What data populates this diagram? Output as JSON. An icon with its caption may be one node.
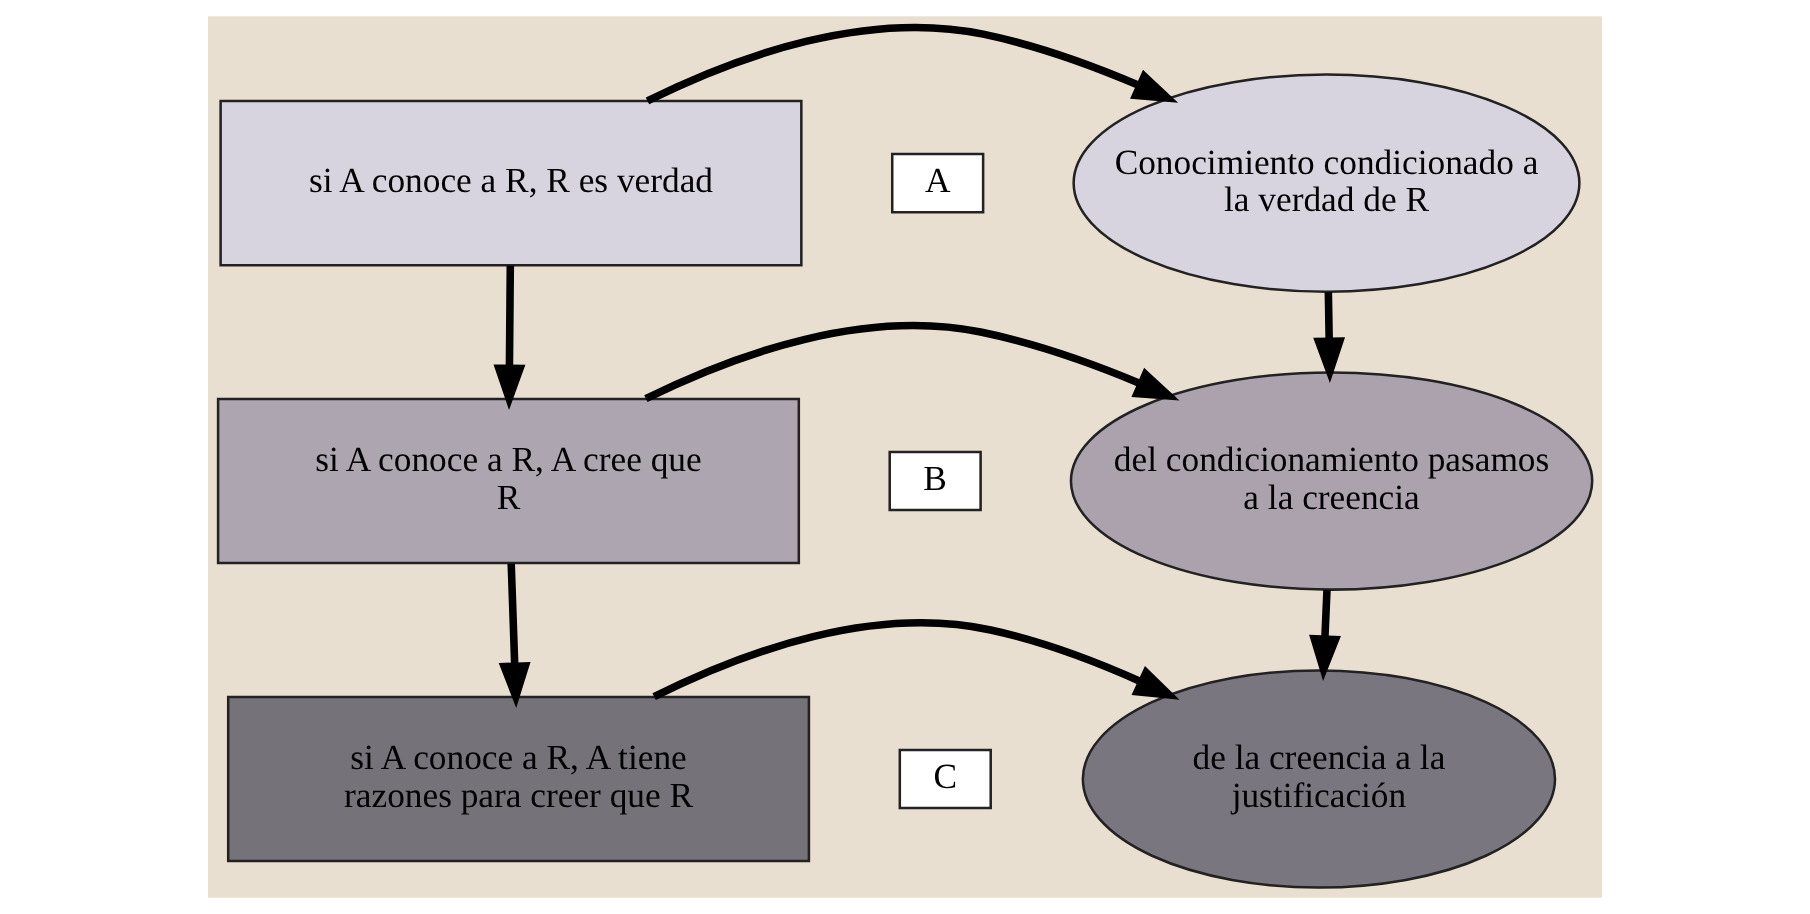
{
  "diagram": {
    "nodes": [
      {
        "text": [
          "si A conoce a R, R es verdad"
        ]
      },
      {
        "text": [
          "si A conoce a R, A cree que R"
        ]
      },
      {
        "text": [
          "si A conoce a R, A tiene razones para creer que R"
        ]
      },
      {
        "text": [
          "Conocimiento condicionado a la verdad de R"
        ]
      },
      {
        "text": [
          "del condicionamiento pasamos a la creencia"
        ]
      },
      {
        "text": [
          "de la creencia a la justificación"
        ]
      },
      {
        "text": [
          "A"
        ]
      },
      {
        "text": [
          "B"
        ]
      },
      {
        "text": [
          "C"
        ]
      }
    ],
    "edges": [
      {
        "from": 0,
        "to": 1,
        "arrow": "to"
      },
      {
        "from": 1,
        "to": 2,
        "arrow": "to"
      },
      {
        "from": 0,
        "to": 3,
        "arrow": "to"
      },
      {
        "from": 1,
        "to": 4,
        "arrow": "to"
      },
      {
        "from": 2,
        "to": 5,
        "arrow": "to"
      },
      {
        "from": 3,
        "to": 4,
        "arrow": "to"
      },
      {
        "from": 4,
        "to": 5,
        "arrow": "to"
      }
    ]
  }
}
